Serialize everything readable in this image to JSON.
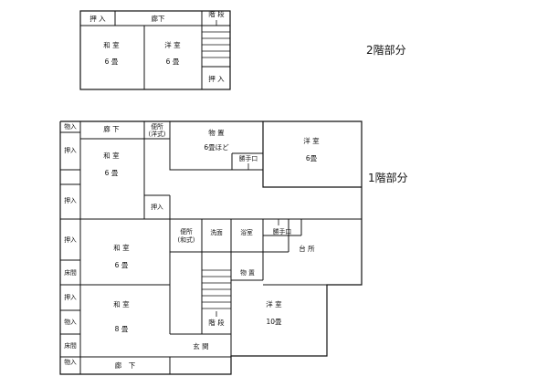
{
  "floor2": {
    "caption": "2階部分",
    "oshiire_top": "押 入",
    "corridor": "廊下",
    "stairs": "階 段",
    "washitsu": "和 室",
    "washitsu_size": "6 畳",
    "youshitsu": "洋 室",
    "youshitsu_size": "6 畳",
    "oshiire_right": "押 入"
  },
  "floor1": {
    "caption": "1階部分",
    "monoire_1": "物入",
    "corridor_top": "廊 下",
    "toilet_western": "便所",
    "toilet_western_sub": "(洋式)",
    "storage": "物 置",
    "storage_size": "6畳ほど",
    "back_door_1": "勝手口",
    "youshitsu_ne": "洋 室",
    "youshitsu_ne_size": "6畳",
    "oshiire_1": "押入",
    "washitsu_1": "和 室",
    "washitsu_1_size": "6 畳",
    "oshiire_2": "押入",
    "oshiire_3": "押入",
    "oshiire_4": "押入",
    "toilet_japanese": "便所",
    "toilet_japanese_sub": "(和式)",
    "washroom": "洗面",
    "bathroom": "浴室",
    "back_door_2": "勝手口",
    "kitchen": "台 所",
    "washitsu_2": "和 室",
    "washitsu_2_size": "6 畳",
    "tokonoma_1": "床間",
    "storage_small": "物 置",
    "oshiire_5": "押入",
    "washitsu_3": "和 室",
    "washitsu_3_size": "8 畳",
    "youshitsu_s": "洋 室",
    "youshitsu_s_size": "10畳",
    "monoire_2": "物入",
    "stairs": "階 段",
    "tokonoma_2": "床間",
    "entrance": "玄 関",
    "monoire_3": "物入",
    "corridor_bottom": "廊　下"
  }
}
